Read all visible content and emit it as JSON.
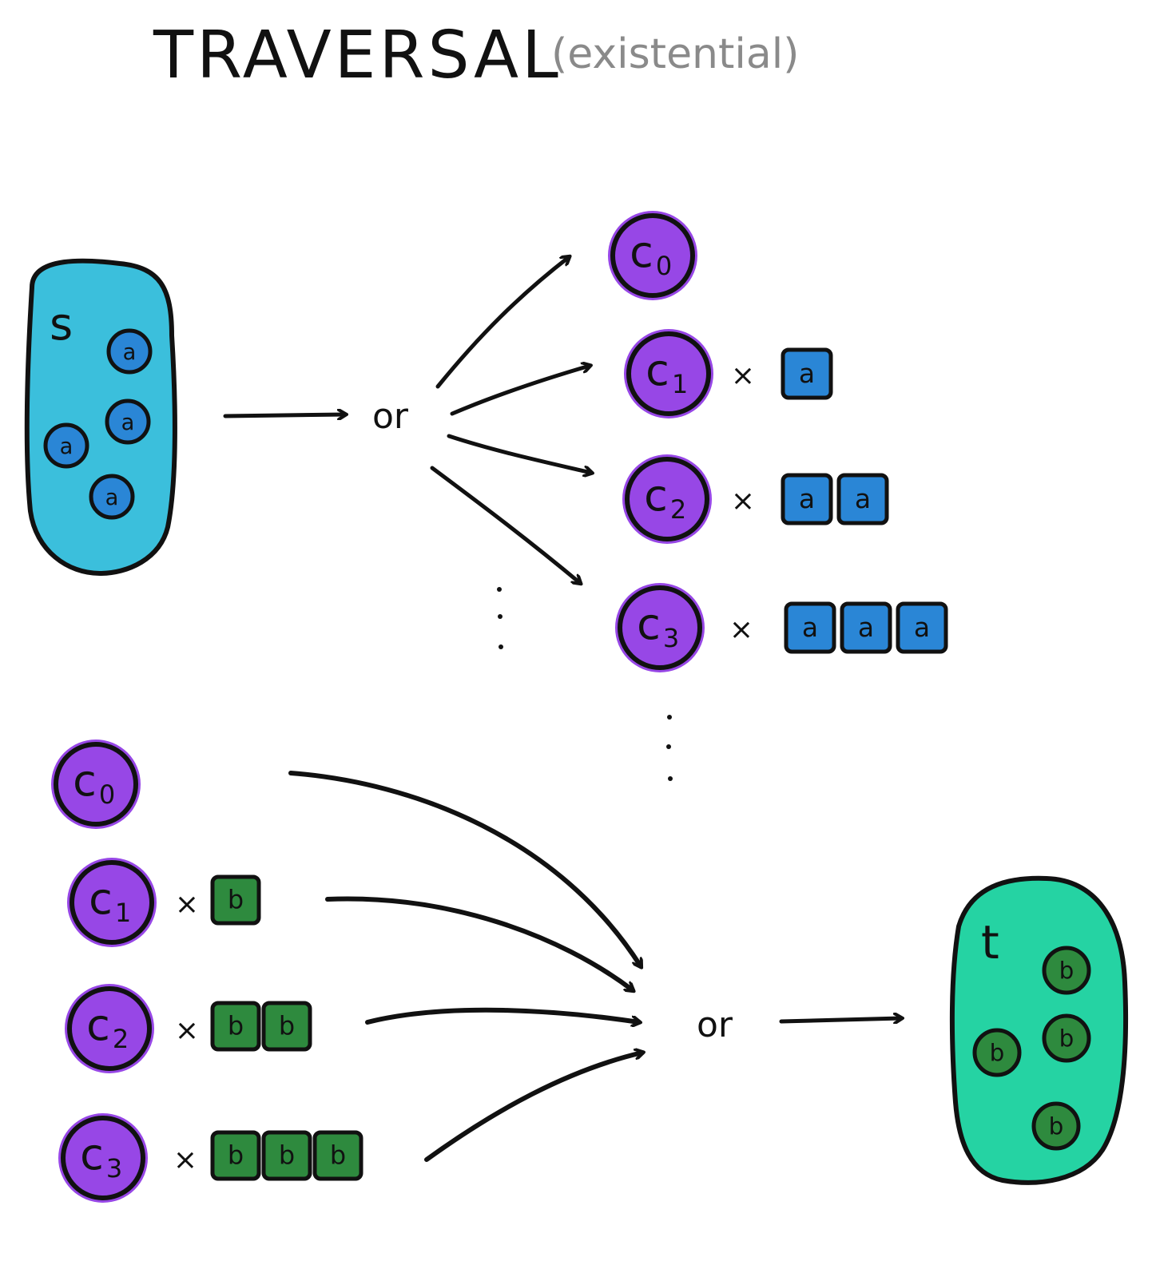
{
  "title": "TRAVERSAL",
  "subtitle": "(existential)",
  "colors": {
    "s_blob": "#3bbfdc",
    "a_item": "#2a86d6",
    "t_blob": "#25d3a3",
    "b_item": "#2e8a3e",
    "constructor": "#9747e6",
    "ink": "#111111"
  },
  "source": {
    "label": "s",
    "items": [
      "a",
      "a",
      "a",
      "a"
    ]
  },
  "top_branch": {
    "connector": "or",
    "rows": [
      {
        "ctor_base": "c",
        "ctor_sub": "0",
        "times": "",
        "items": []
      },
      {
        "ctor_base": "c",
        "ctor_sub": "1",
        "times": "×",
        "items": [
          "a"
        ]
      },
      {
        "ctor_base": "c",
        "ctor_sub": "2",
        "times": "×",
        "items": [
          "a",
          "a"
        ]
      },
      {
        "ctor_base": "c",
        "ctor_sub": "3",
        "times": "×",
        "items": [
          "a",
          "a",
          "a"
        ]
      }
    ]
  },
  "bottom_branch": {
    "connector": "or",
    "rows": [
      {
        "ctor_base": "c",
        "ctor_sub": "0",
        "times": "",
        "items": []
      },
      {
        "ctor_base": "c",
        "ctor_sub": "1",
        "times": "×",
        "items": [
          "b"
        ]
      },
      {
        "ctor_base": "c",
        "ctor_sub": "2",
        "times": "×",
        "items": [
          "b",
          "b"
        ]
      },
      {
        "ctor_base": "c",
        "ctor_sub": "3",
        "times": "×",
        "items": [
          "b",
          "b",
          "b"
        ]
      }
    ]
  },
  "target": {
    "label": "t",
    "items": [
      "b",
      "b",
      "b",
      "b"
    ]
  }
}
